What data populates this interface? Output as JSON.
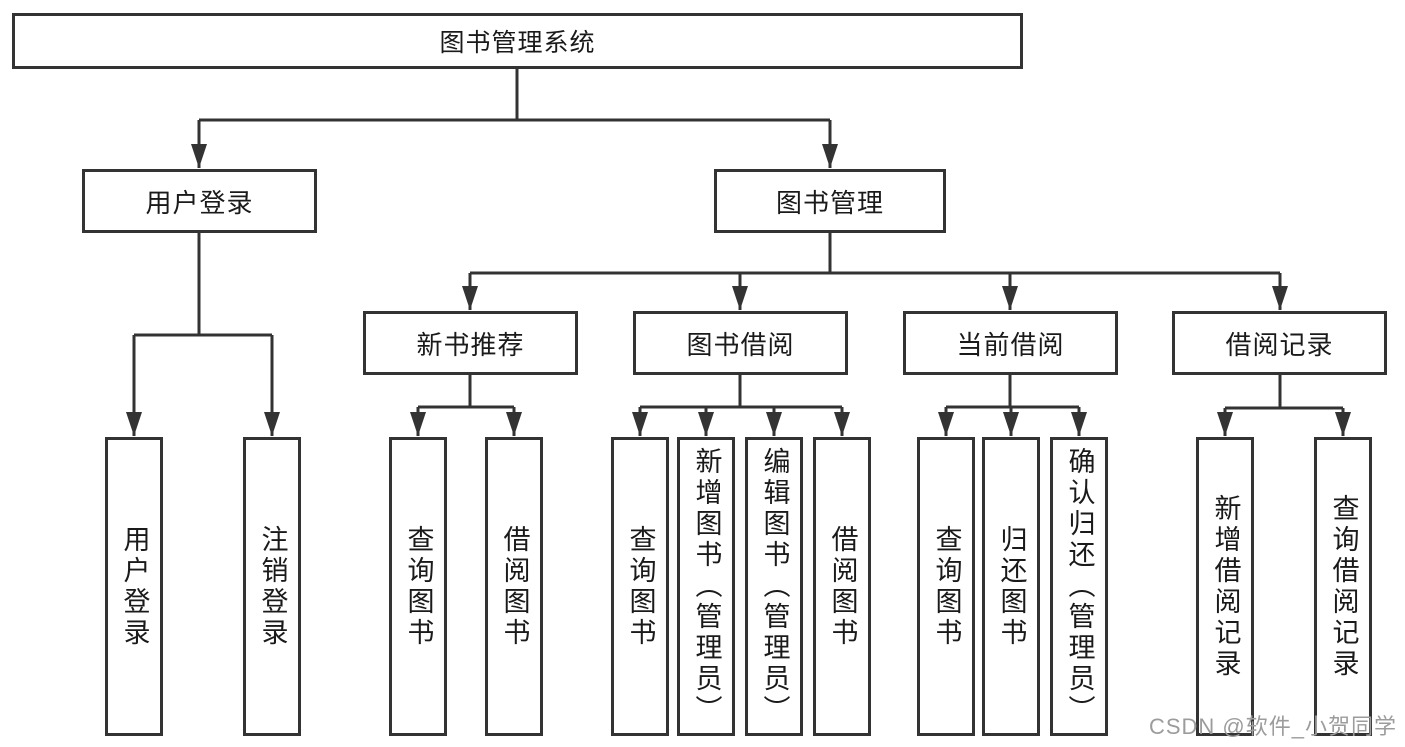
{
  "tree": {
    "root": {
      "label": "图书管理系统",
      "children": [
        {
          "label": "用户登录",
          "children": [
            {
              "label": "用户登录"
            },
            {
              "label": "注销登录"
            }
          ]
        },
        {
          "label": "图书管理",
          "children": [
            {
              "label": "新书推荐",
              "children": [
                {
                  "label": "查询图书"
                },
                {
                  "label": "借阅图书"
                }
              ]
            },
            {
              "label": "图书借阅",
              "children": [
                {
                  "label": "查询图书"
                },
                {
                  "label": "新增图书（管理员）"
                },
                {
                  "label": "编辑图书（管理员）"
                },
                {
                  "label": "借阅图书"
                }
              ]
            },
            {
              "label": "当前借阅",
              "children": [
                {
                  "label": "查询图书"
                },
                {
                  "label": "归还图书"
                },
                {
                  "label": "确认归还（管理员）"
                }
              ]
            },
            {
              "label": "借阅记录",
              "children": [
                {
                  "label": "新增借阅记录"
                },
                {
                  "label": "查询借阅记录"
                }
              ]
            }
          ]
        }
      ]
    }
  },
  "watermark": {
    "text": "CSDN @软件_小贺同学"
  },
  "colors": {
    "line": "#333333",
    "text": "#1a1a1a",
    "watermark": "#9c9c9c",
    "background": "#ffffff"
  }
}
